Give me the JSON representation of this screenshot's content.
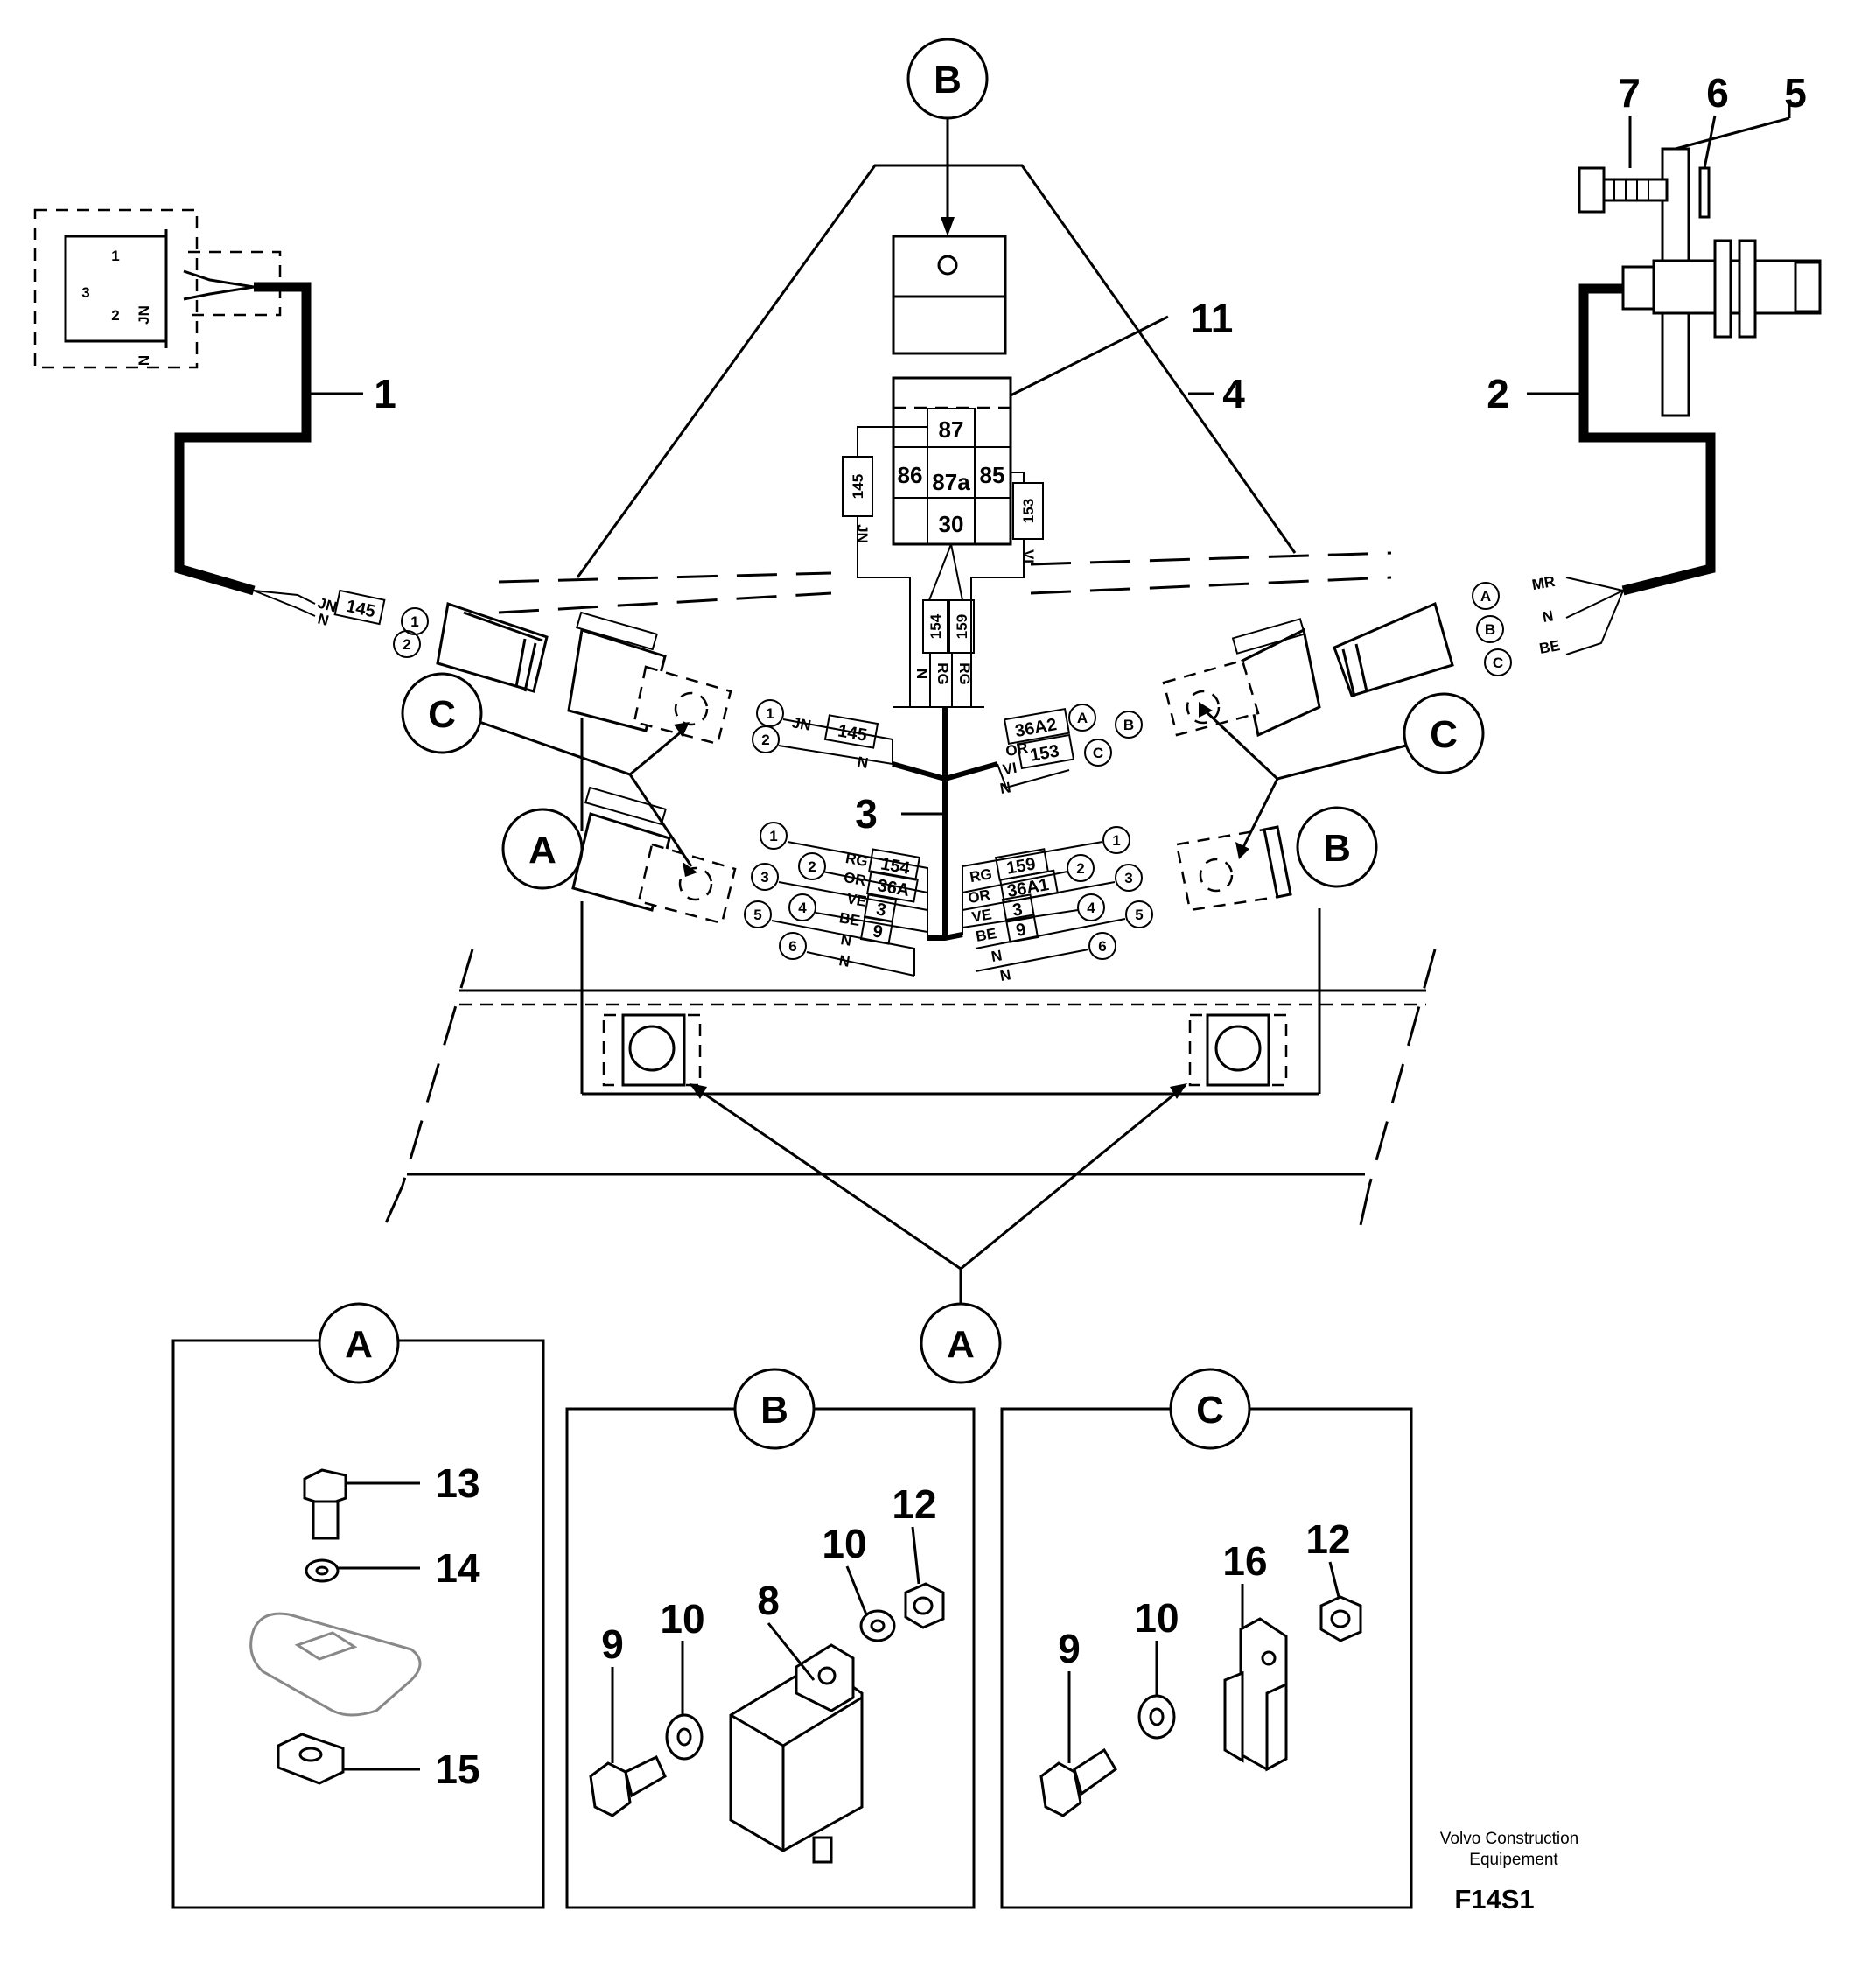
{
  "callouts": {
    "c1": "1",
    "c2": "2",
    "c3": "3",
    "c4": "4",
    "c5": "5",
    "c6": "6",
    "c7": "7",
    "c8": "8",
    "c9a": "9",
    "c9b": "9",
    "c10a": "10",
    "c10b": "10",
    "c11": "11",
    "c12a": "12",
    "c12b": "12",
    "c13": "13",
    "c14": "14",
    "c15": "15",
    "c16": "16"
  },
  "circles": {
    "top_b": "B",
    "left_c": "C",
    "right_c": "C",
    "left_a": "A",
    "right_b": "B",
    "bottom_a": "A",
    "detail_a": "A",
    "detail_b": "B",
    "detail_c": "C"
  },
  "left_sensor": {
    "pin1": "1",
    "pin2": "2",
    "pin3": "3",
    "jn": "JN",
    "n": "N"
  },
  "left_harness": {
    "wires": [
      "JN",
      "N"
    ],
    "tag": "145",
    "pins": [
      "1",
      "2"
    ]
  },
  "right_harness": {
    "pins": [
      "A",
      "B",
      "C"
    ],
    "wires": [
      "MR",
      "N",
      "BE"
    ]
  },
  "relay": {
    "pins": [
      "87",
      "87a",
      "86",
      "85",
      "30"
    ],
    "left_tag": "145",
    "left_wire": "JN",
    "right_tag": "153",
    "right_wire": "VI",
    "center_tags": [
      "154",
      "159"
    ],
    "bottom_wires": [
      "N",
      "RG",
      "RG"
    ]
  },
  "upper_left_connector": {
    "pins": [
      "1",
      "2"
    ],
    "wires": [
      "JN",
      "N"
    ],
    "tag": "145"
  },
  "upper_right_connector": {
    "wires": [
      "OR",
      "VI",
      "N"
    ],
    "tags": [
      "36A2",
      "153"
    ],
    "pins": [
      "A",
      "B",
      "C"
    ]
  },
  "lower_left_connector": {
    "pins": [
      "1",
      "2",
      "3",
      "4",
      "5",
      "6"
    ],
    "wires": [
      "RG",
      "OR",
      "VE",
      "BE",
      "N",
      "N"
    ],
    "tags": [
      "154",
      "36A",
      "3",
      "9"
    ]
  },
  "lower_right_connector": {
    "pins": [
      "1",
      "2",
      "3",
      "4",
      "5",
      "6"
    ],
    "wires": [
      "RG",
      "OR",
      "VE",
      "BE",
      "N",
      "N"
    ],
    "tags": [
      "159",
      "36A1",
      "3",
      "9"
    ]
  },
  "footer": {
    "brand_line1": "Volvo Construction",
    "brand_line2": "Equipement",
    "code": "F14S1"
  }
}
